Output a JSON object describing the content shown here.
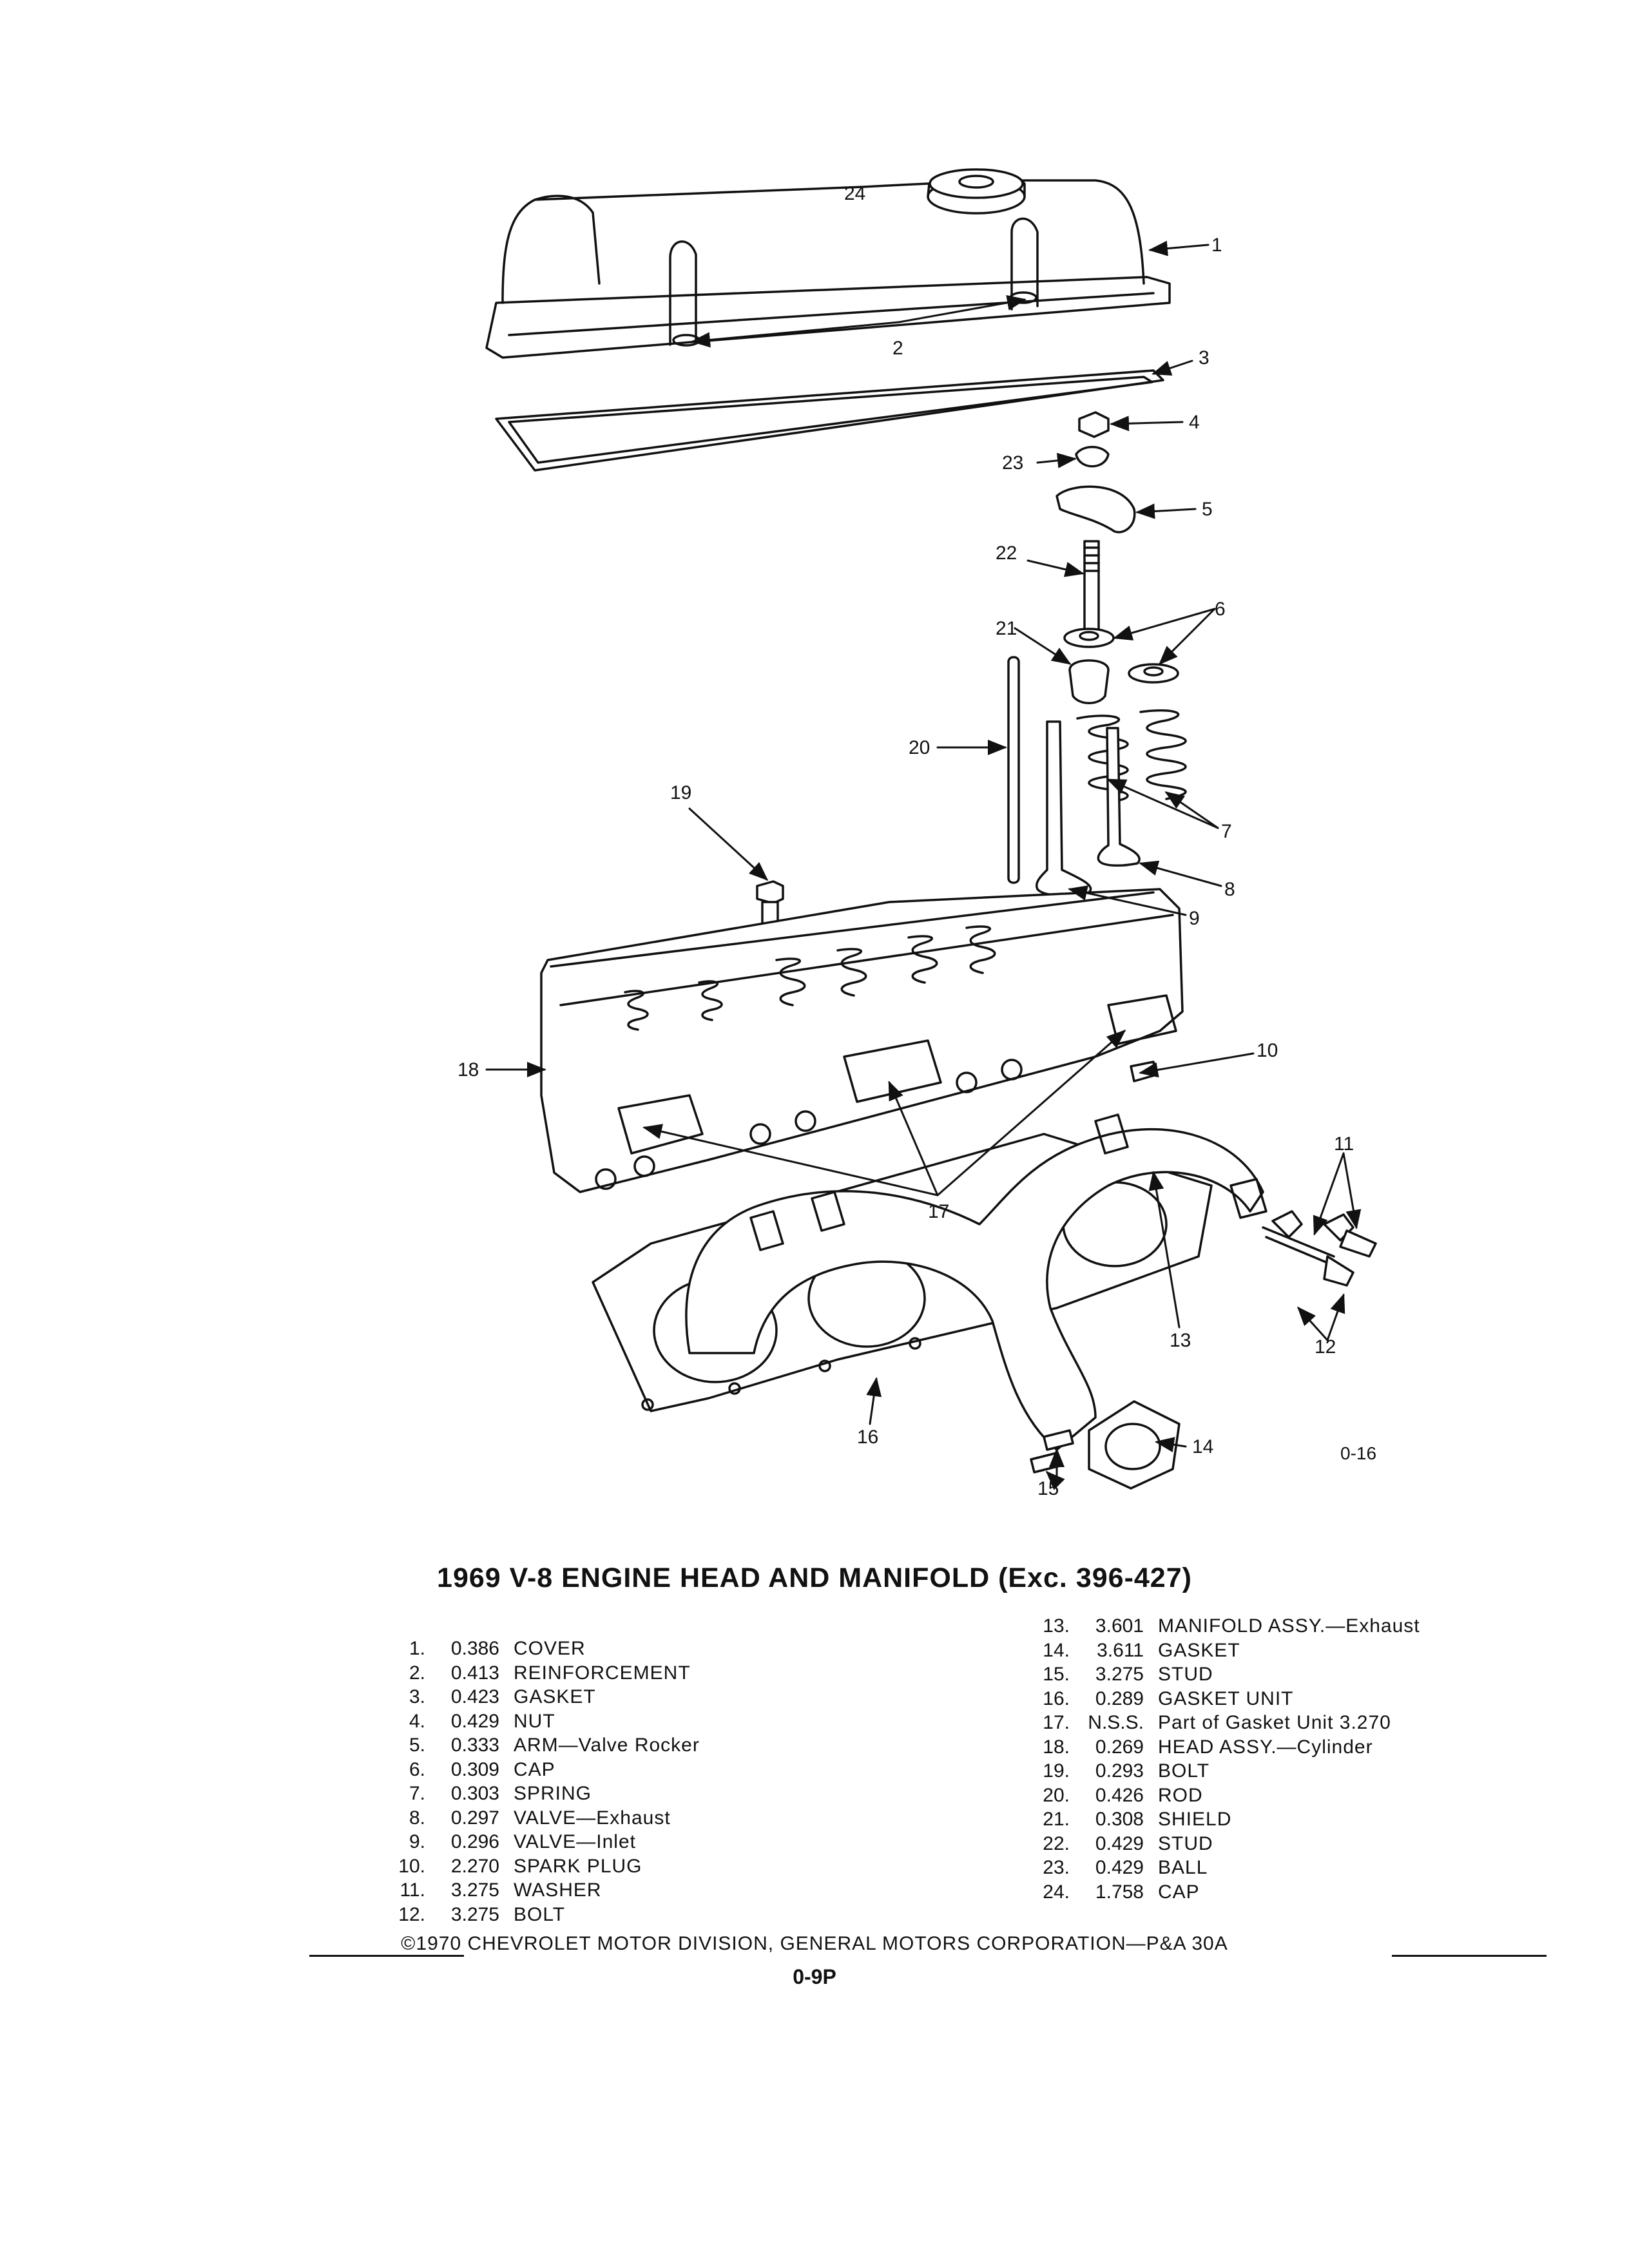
{
  "title": "1969 V-8 ENGINE HEAD AND MANIFOLD (Exc. 396-427)",
  "figure_id": "0-16",
  "callouts": [
    "1",
    "2",
    "3",
    "4",
    "5",
    "6",
    "7",
    "8",
    "9",
    "10",
    "11",
    "12",
    "13",
    "14",
    "15",
    "16",
    "17",
    "18",
    "19",
    "20",
    "21",
    "22",
    "23",
    "24"
  ],
  "parts_left": [
    {
      "num": "1.",
      "code": "0.386",
      "desc": "COVER"
    },
    {
      "num": "2.",
      "code": "0.413",
      "desc": "REINFORCEMENT"
    },
    {
      "num": "3.",
      "code": "0.423",
      "desc": "GASKET"
    },
    {
      "num": "4.",
      "code": "0.429",
      "desc": "NUT"
    },
    {
      "num": "5.",
      "code": "0.333",
      "desc": "ARM—Valve Rocker"
    },
    {
      "num": "6.",
      "code": "0.309",
      "desc": "CAP"
    },
    {
      "num": "7.",
      "code": "0.303",
      "desc": "SPRING"
    },
    {
      "num": "8.",
      "code": "0.297",
      "desc": "VALVE—Exhaust"
    },
    {
      "num": "9.",
      "code": "0.296",
      "desc": "VALVE—Inlet"
    },
    {
      "num": "10.",
      "code": "2.270",
      "desc": "SPARK PLUG"
    },
    {
      "num": "11.",
      "code": "3.275",
      "desc": "WASHER"
    },
    {
      "num": "12.",
      "code": "3.275",
      "desc": "BOLT"
    }
  ],
  "parts_right": [
    {
      "num": "13.",
      "code": "3.601",
      "desc": "MANIFOLD ASSY.—Exhaust"
    },
    {
      "num": "14.",
      "code": "3.611",
      "desc": "GASKET"
    },
    {
      "num": "15.",
      "code": "3.275",
      "desc": "STUD"
    },
    {
      "num": "16.",
      "code": "0.289",
      "desc": "GASKET UNIT"
    },
    {
      "num": "17.",
      "code": "N.S.S.",
      "desc": "Part of Gasket Unit 3.270"
    },
    {
      "num": "18.",
      "code": "0.269",
      "desc": "HEAD ASSY.—Cylinder"
    },
    {
      "num": "19.",
      "code": "0.293",
      "desc": "BOLT"
    },
    {
      "num": "20.",
      "code": "0.426",
      "desc": "ROD"
    },
    {
      "num": "21.",
      "code": "0.308",
      "desc": "SHIELD"
    },
    {
      "num": "22.",
      "code": "0.429",
      "desc": "STUD"
    },
    {
      "num": "23.",
      "code": "0.429",
      "desc": "BALL"
    },
    {
      "num": "24.",
      "code": "1.758",
      "desc": "CAP"
    }
  ],
  "footer": "©1970 CHEVROLET MOTOR DIVISION, GENERAL MOTORS CORPORATION—P&A 30A",
  "page_number": "0-9P"
}
